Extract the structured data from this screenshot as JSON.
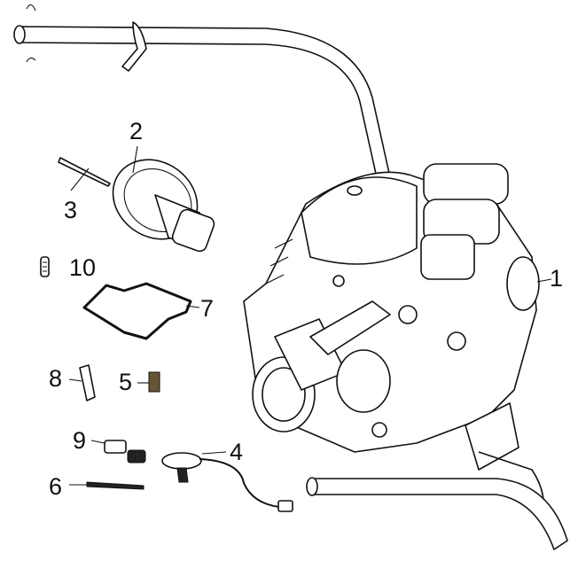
{
  "diagram": {
    "title": "Carburetor exploded view",
    "callouts": [
      {
        "id": "1",
        "label": "1"
      },
      {
        "id": "2",
        "label": "2"
      },
      {
        "id": "3",
        "label": "3"
      },
      {
        "id": "10",
        "label": "10"
      },
      {
        "id": "7",
        "label": "7"
      },
      {
        "id": "8",
        "label": "8"
      },
      {
        "id": "5",
        "label": "5"
      },
      {
        "id": "9",
        "label": "9"
      },
      {
        "id": "4",
        "label": "4"
      },
      {
        "id": "6",
        "label": "6"
      }
    ],
    "colors": {
      "line": "#111111",
      "background": "#ffffff"
    }
  }
}
